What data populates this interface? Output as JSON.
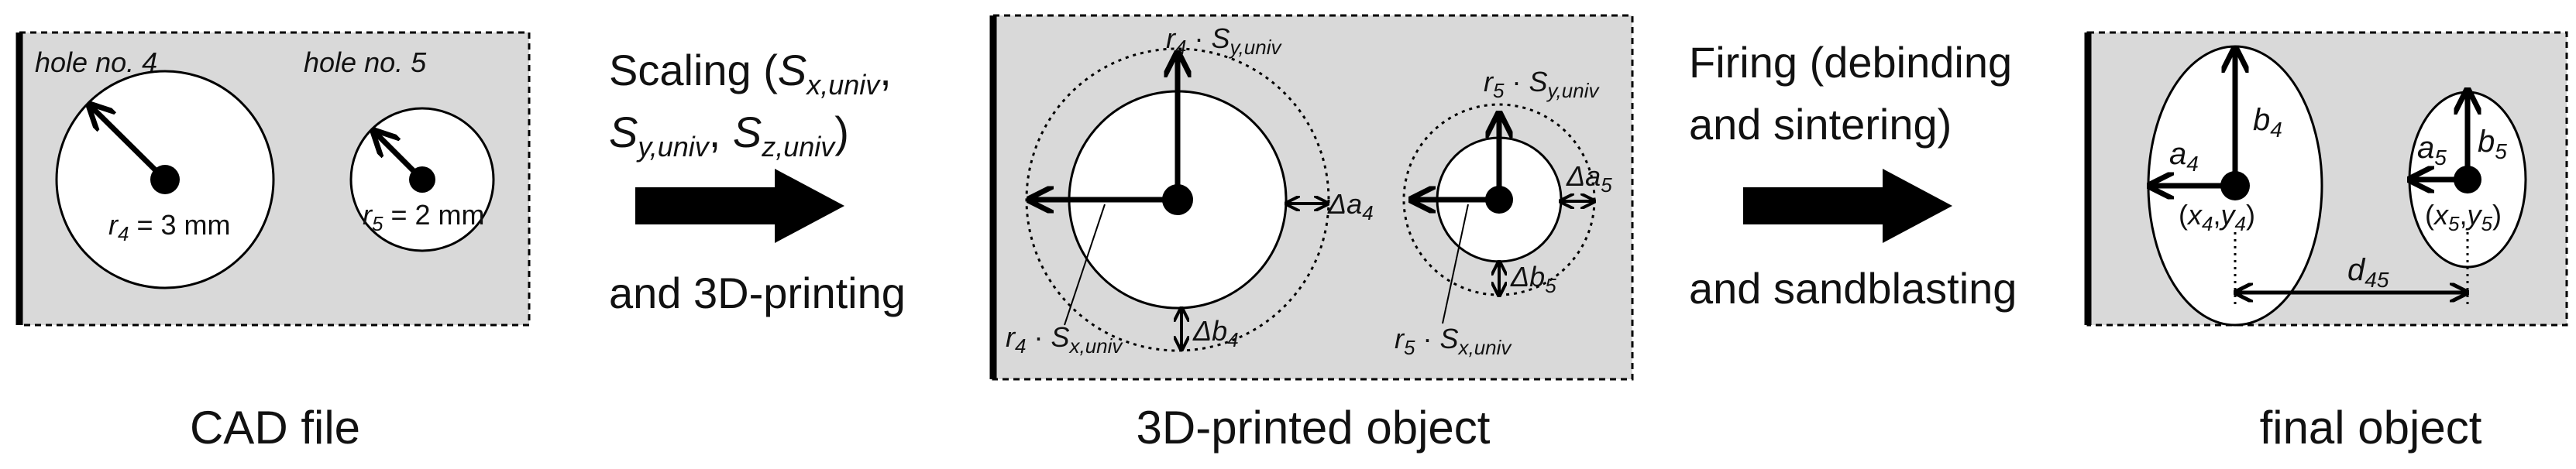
{
  "panel1": {
    "hole4_label": "hole no. 4",
    "hole5_label": "hole no. 5",
    "r4_sym": "r",
    "r4_sub": "4",
    "r4_val": " = 3 mm",
    "r5_sym": "r",
    "r5_sub": "5",
    "r5_val": " =  2 mm",
    "caption": "CAD file"
  },
  "step1": {
    "line1_a": "Scaling (",
    "S": "S",
    "sub_x": "x,univ",
    "sub_y": "y,univ",
    "sub_z": "z,univ",
    "comma": ",",
    "close": ")",
    "line3": "and 3D-printing"
  },
  "panel2": {
    "r": "r",
    "S": "S",
    "dot": " · ",
    "sub4": "4",
    "sub5": "5",
    "sub_xu": "x,univ",
    "sub_yu": "y,univ",
    "delta_a": "Δa",
    "delta_b": "Δb",
    "caption": "3D-printed object"
  },
  "step2": {
    "line1": "Firing (debinding",
    "line2": "and sintering)",
    "line3": "and sandblasting"
  },
  "panel3": {
    "a": "a",
    "b": "b",
    "x": "x",
    "y": "y",
    "d": "d",
    "sub4": "4",
    "sub5": "5",
    "sub45": "45",
    "open": "(",
    "comma": ",",
    "close": ")",
    "caption": "final object"
  },
  "colors": {
    "panel_fill": "#d9d9d9",
    "hole_fill": "#ffffff",
    "ink": "#000000"
  }
}
